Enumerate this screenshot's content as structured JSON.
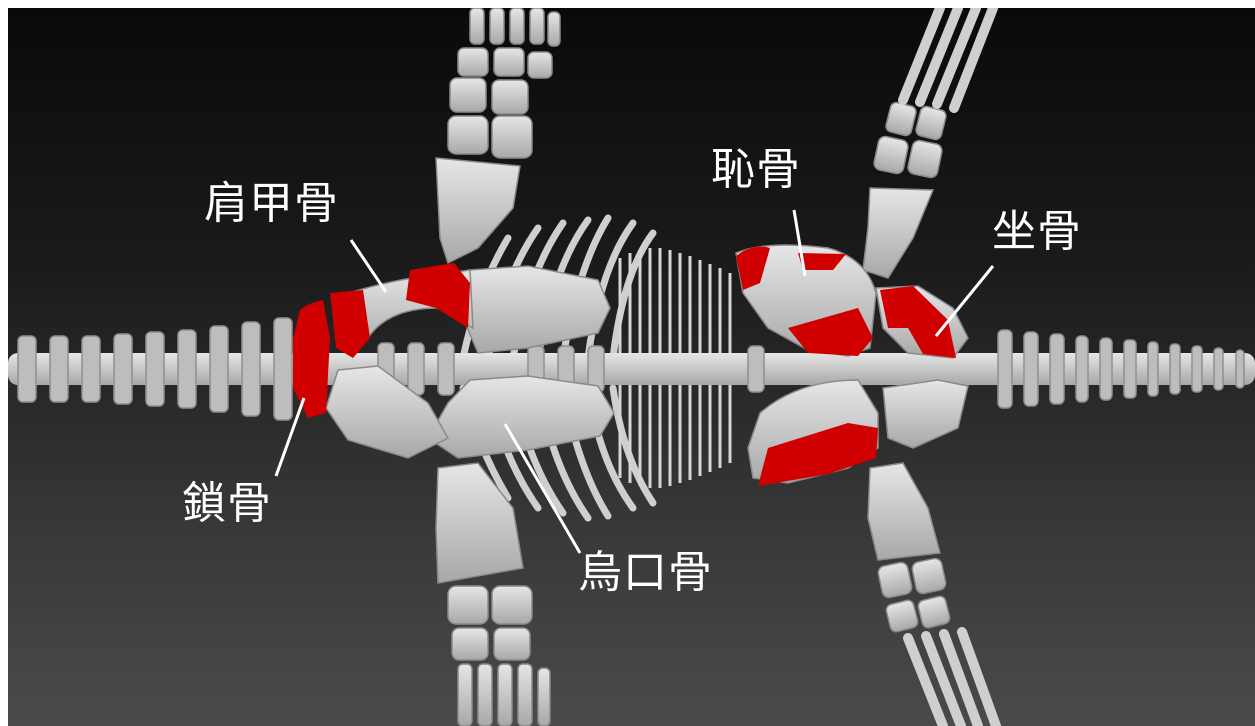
{
  "labels": {
    "scapula": "肩甲骨",
    "clavicle": "鎖骨",
    "coracoid": "烏口骨",
    "pubis": "恥骨",
    "ischium": "坐骨"
  },
  "colors": {
    "bone": "#d2d2d2",
    "bone_shade": "#a9a9a9",
    "highlight": "#d00000",
    "label_text": "#ffffff",
    "background_top": "#0a0a0a",
    "background_bottom": "#4a4a4a"
  }
}
